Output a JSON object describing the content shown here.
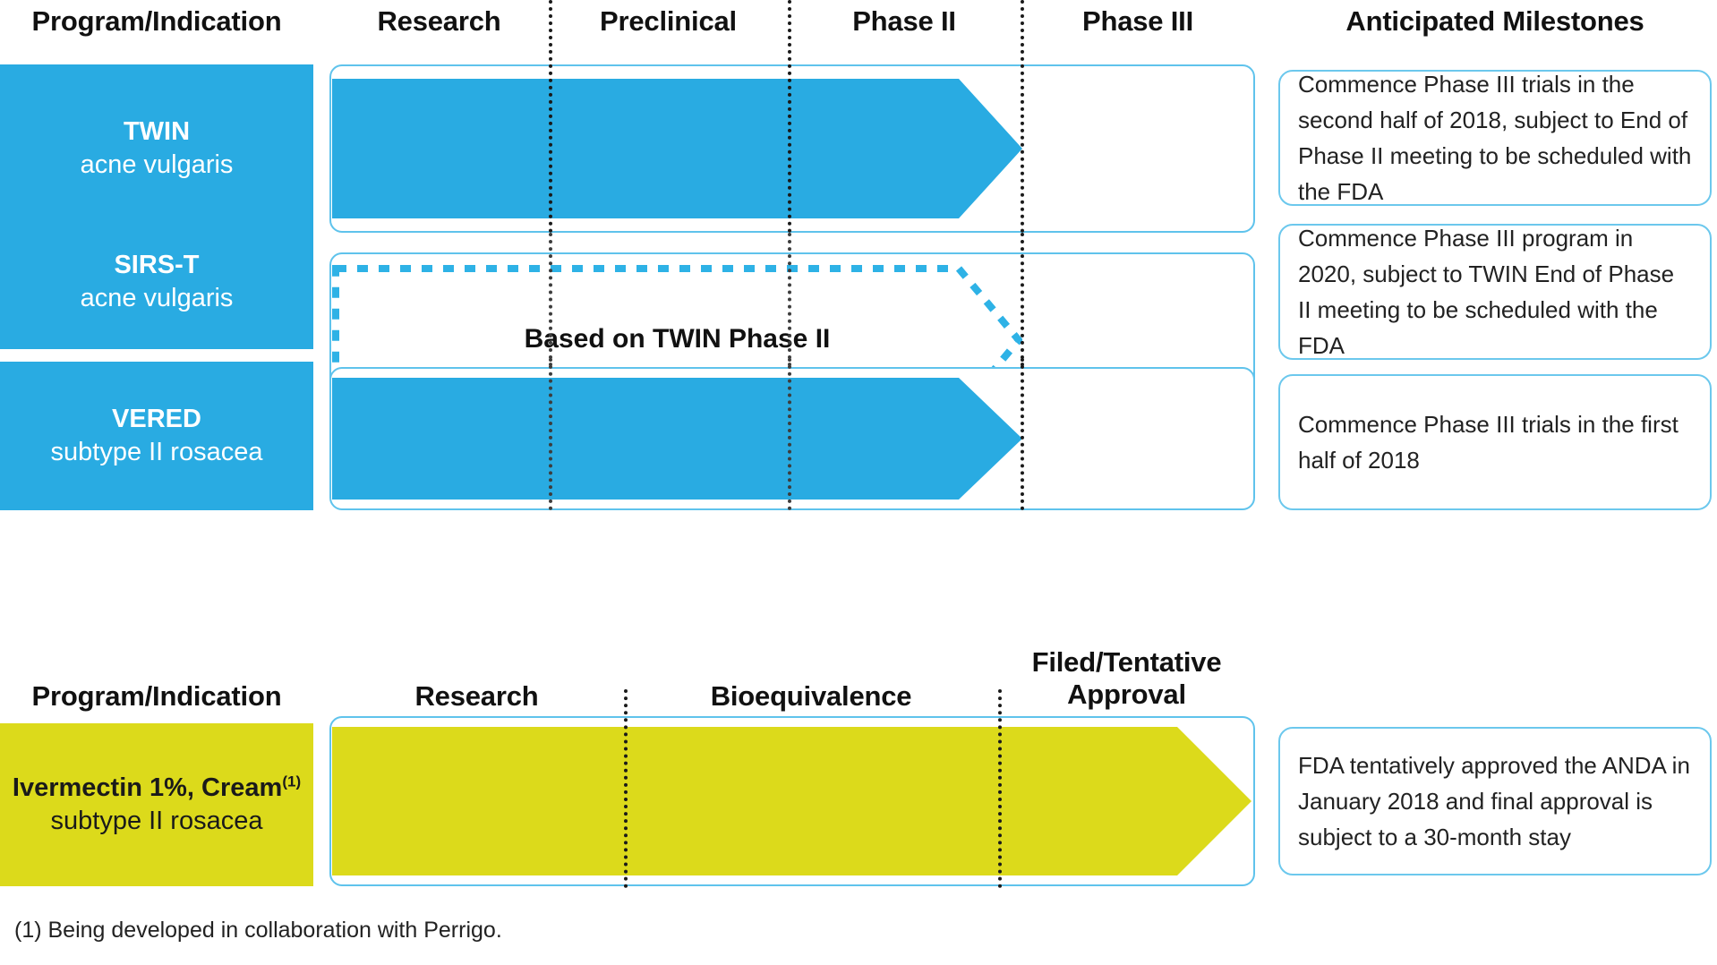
{
  "colors": {
    "blue": "#29ABE2",
    "blue_outline": "#5FC3EC",
    "yellow": "#DCDA1B",
    "divider": "#1a1a1a",
    "text": "#1a1a1a"
  },
  "clinical_section": {
    "headers": [
      {
        "label": "Program/Indication"
      },
      {
        "label": "Research"
      },
      {
        "label": "Preclinical"
      },
      {
        "label": "Phase II"
      },
      {
        "label": "Phase III"
      },
      {
        "label": "Anticipated Milestones"
      }
    ],
    "rows": [
      {
        "program": "TWIN",
        "indication": "acne vulgaris",
        "bar_style": "solid",
        "bar_color": "#29ABE2",
        "bar_end_stage": "Phase II",
        "milestone": "Commence Phase III trials in the second half of 2018, subject to End of Phase II meeting to be scheduled with the FDA"
      },
      {
        "program": "SIRS-T",
        "indication": "acne vulgaris",
        "bar_style": "dashed",
        "bar_color": "#29ABE2",
        "bar_label": "Based on TWIN Phase II",
        "bar_end_stage": "Phase II",
        "milestone": "Commence Phase III program in 2020, subject to TWIN End of Phase II meeting to be scheduled with the FDA"
      },
      {
        "program": "VERED",
        "indication": "subtype II rosacea",
        "bar_style": "solid",
        "bar_color": "#29ABE2",
        "bar_end_stage": "Phase II",
        "milestone": "Commence Phase III trials in the first half of 2018"
      }
    ]
  },
  "generic_section": {
    "headers": [
      {
        "label": "Program/Indication"
      },
      {
        "label": "Research"
      },
      {
        "label": "Bioequivalence"
      },
      {
        "label": "Filed/Tentative\nApproval"
      }
    ],
    "rows": [
      {
        "program": "Ivermectin 1%, Cream",
        "program_superscript": "(1)",
        "indication": "subtype II rosacea",
        "bar_style": "solid",
        "bar_color": "#DCDA1B",
        "bar_end_stage": "Filed/Tentative Approval",
        "milestone": "FDA tentatively approved the ANDA in January 2018 and final approval is subject to a 30-month stay"
      }
    ]
  },
  "footnote": "(1) Being developed in collaboration with Perrigo."
}
